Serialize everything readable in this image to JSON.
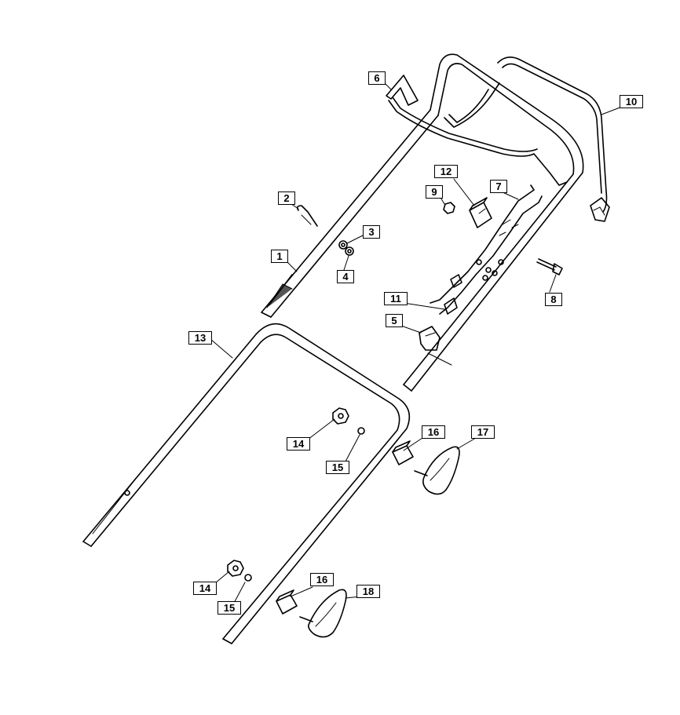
{
  "callouts": {
    "c1": "1",
    "c2": "2",
    "c3": "3",
    "c4": "4",
    "c5": "5",
    "c6": "6",
    "c7": "7",
    "c8": "8",
    "c9": "9",
    "c10": "10",
    "c11": "11",
    "c12": "12",
    "c13": "13",
    "c14a": "14",
    "c14b": "14",
    "c15a": "15",
    "c15b": "15",
    "c16a": "16",
    "c16b": "16",
    "c17": "17",
    "c18": "18"
  }
}
